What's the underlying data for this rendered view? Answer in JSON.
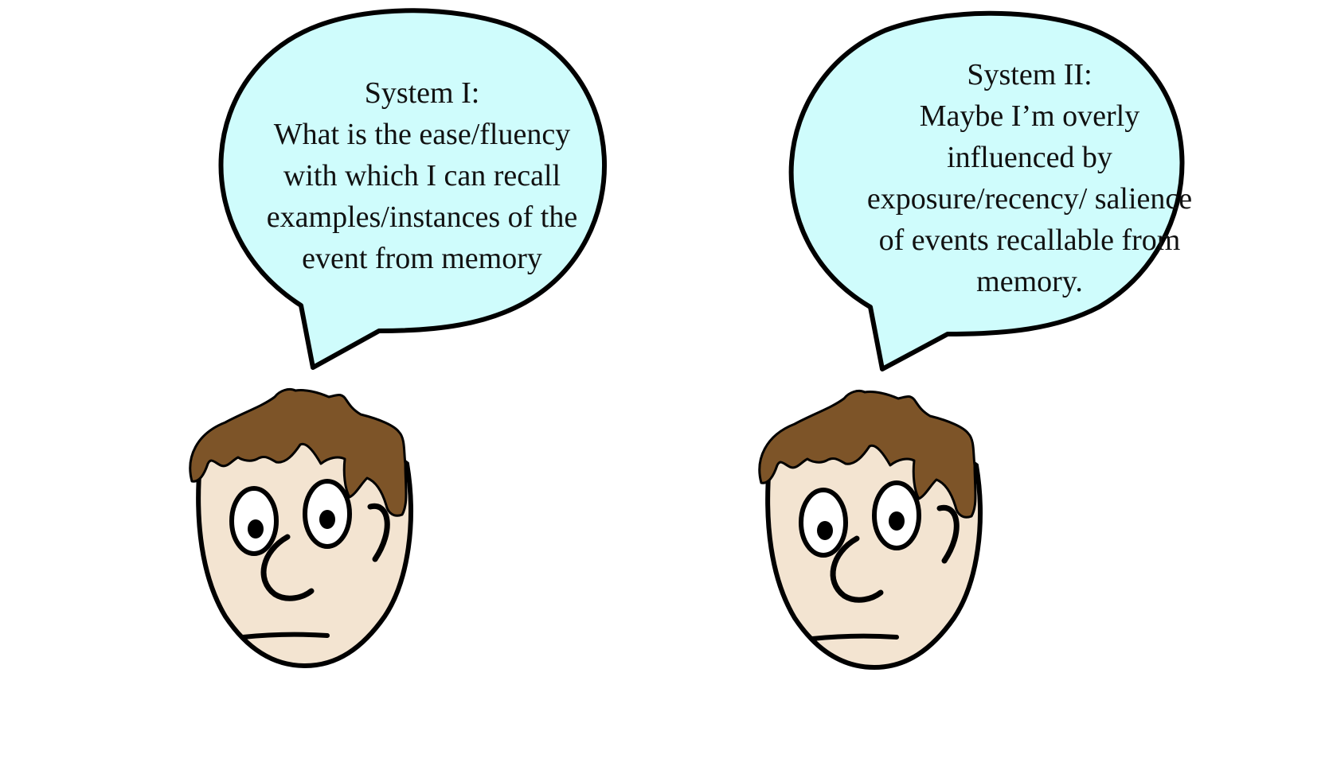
{
  "colors": {
    "bubble_fill": "#cffcfc",
    "outline": "#000000",
    "hair": "#7d5428",
    "skin": "#f3e4d1",
    "background": "#ffffff"
  },
  "left_bubble": {
    "heading": "System I:",
    "lines": [
      "What is the ease/fluency",
      "with which I can recall",
      "examples/instances of the",
      "event from memory"
    ]
  },
  "right_bubble": {
    "heading": "System II:",
    "lines": [
      "Maybe I’m overly",
      "influenced by",
      "exposure/recency/ salience",
      "of events recallable from",
      "memory."
    ]
  },
  "icons": {
    "left_character": "worried-person-face-icon",
    "right_character": "worried-person-face-icon",
    "left_bubble": "speech-bubble-icon",
    "right_bubble": "speech-bubble-icon"
  }
}
